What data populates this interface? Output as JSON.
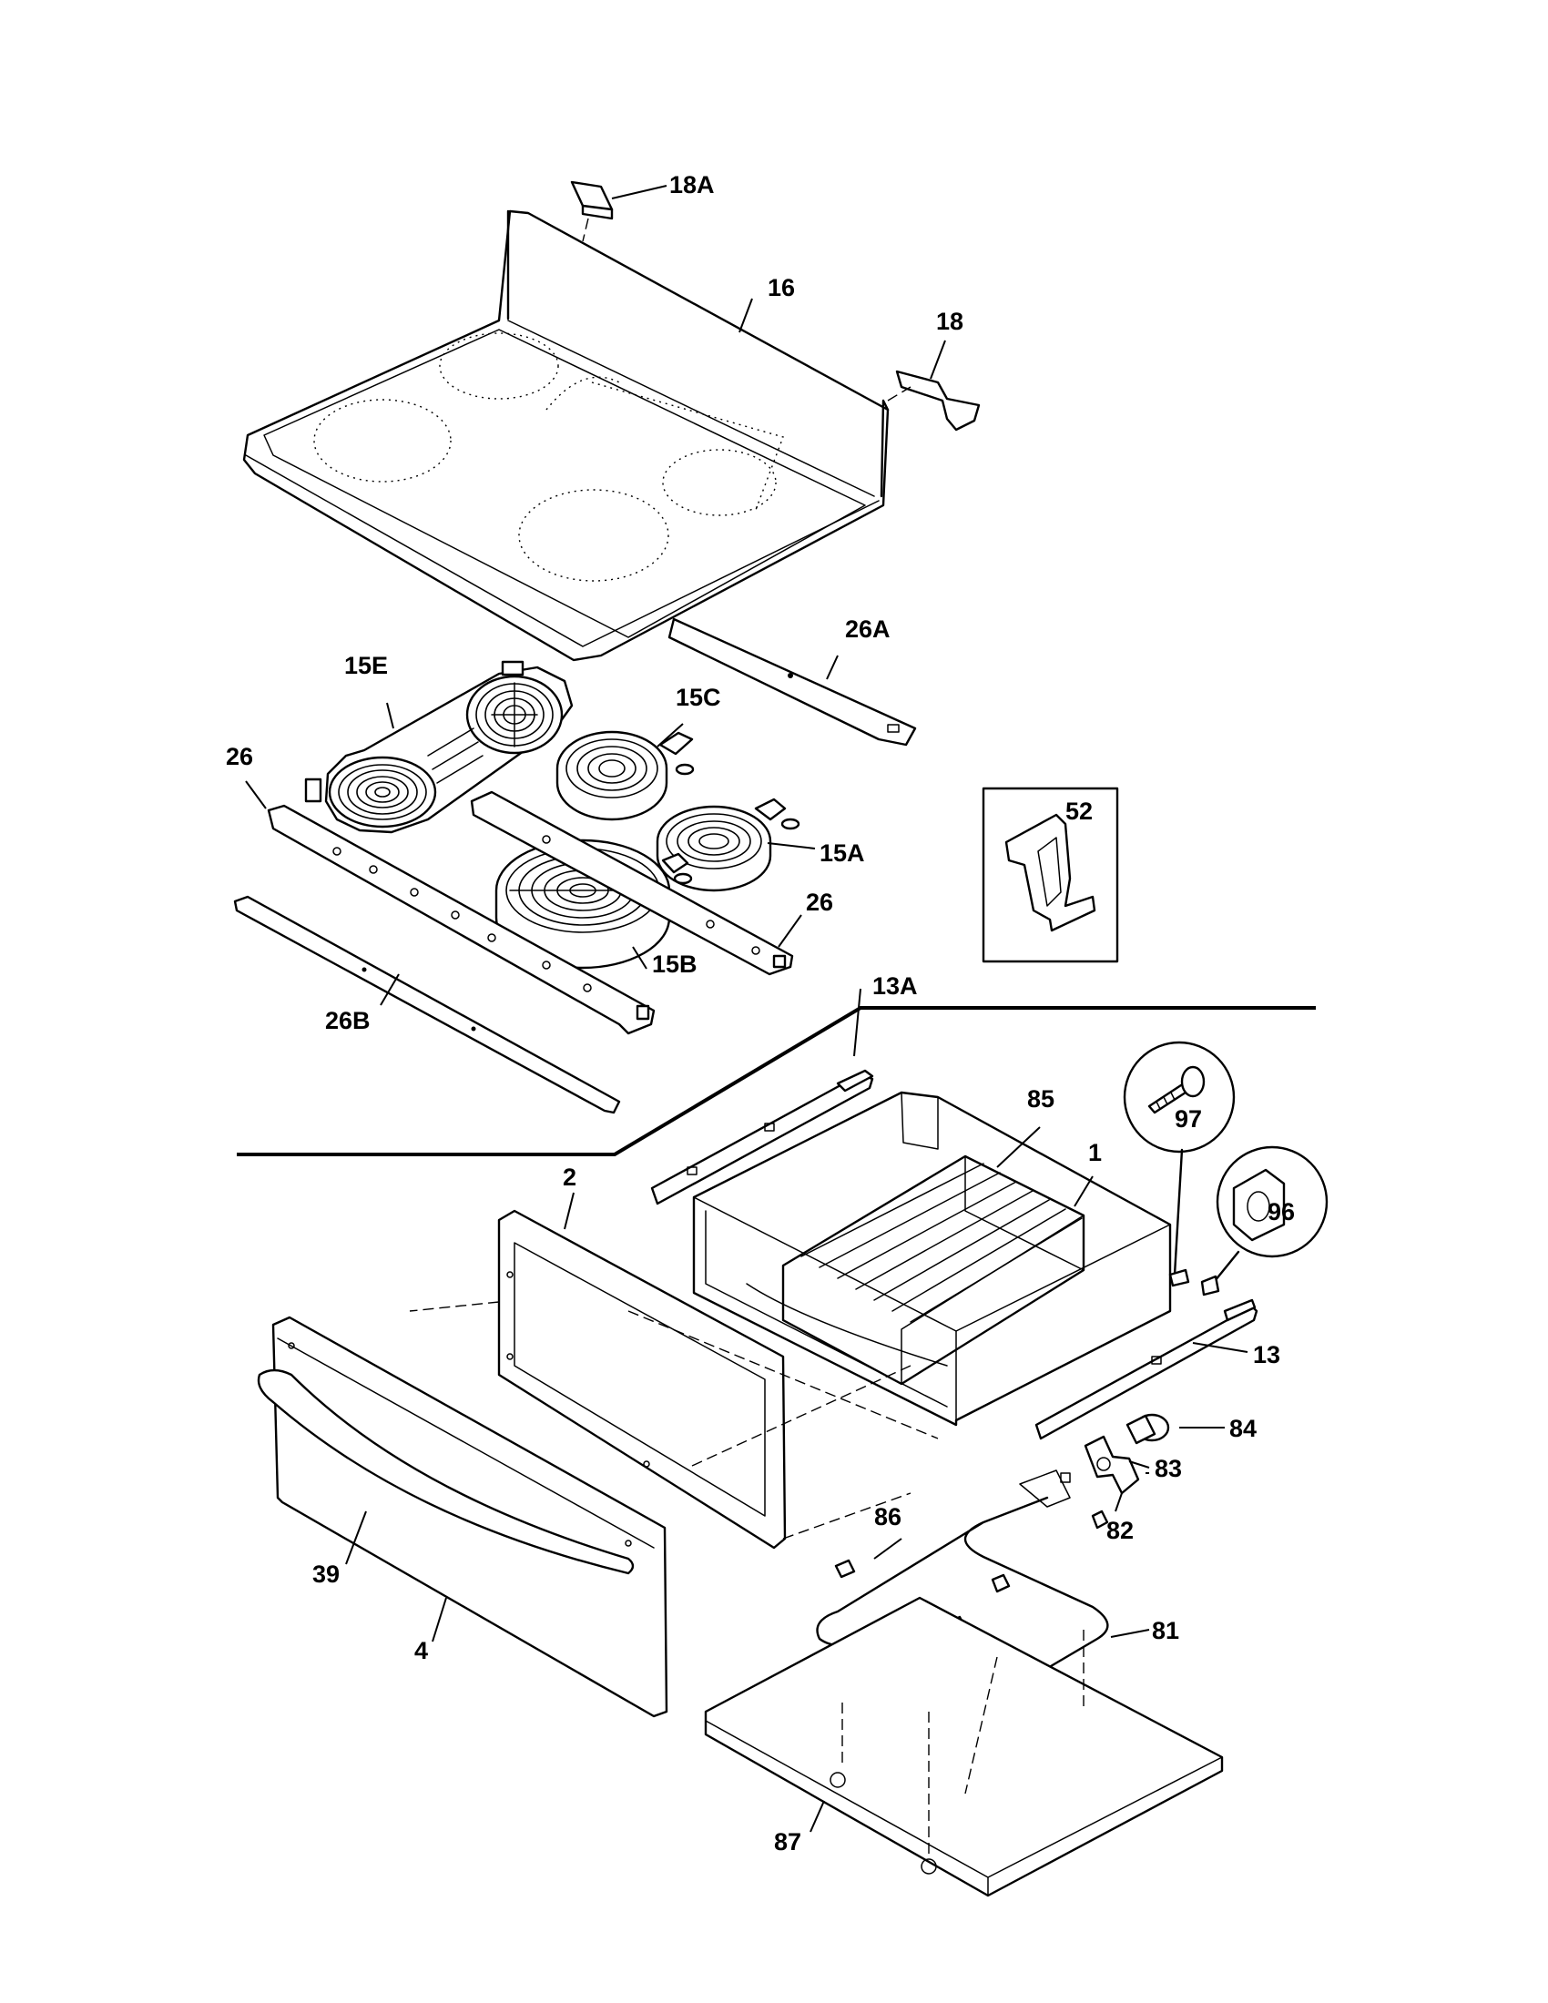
{
  "labels": {
    "p18A": "18A",
    "p16": "16",
    "p18": "18",
    "p26A": "26A",
    "p15E": "15E",
    "p15C": "15C",
    "p26_left": "26",
    "p52": "52",
    "p15A": "15A",
    "p26_right": "26",
    "p15B": "15B",
    "p26B": "26B",
    "p13A": "13A",
    "p85": "85",
    "p97": "97",
    "p1": "1",
    "p2": "2",
    "p96": "96",
    "p13": "13",
    "p84": "84",
    "p83": "83",
    "p86": "86",
    "p82": "82",
    "p39": "39",
    "p81": "81",
    "p4": "4",
    "p87": "87"
  }
}
